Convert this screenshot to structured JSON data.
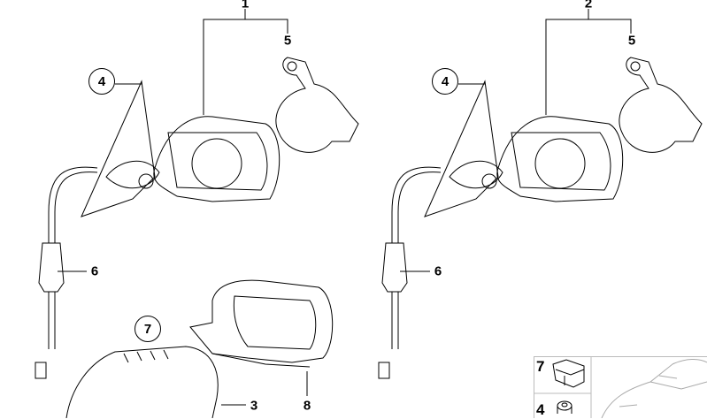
{
  "callouts": {
    "left_assembly": "1",
    "right_assembly": "2",
    "left_bracket": "5",
    "right_bracket": "5",
    "left_glass": "4",
    "right_glass": "4",
    "left_cable": "6",
    "right_cable": "6",
    "clip": "7",
    "cover_cap": "3",
    "housing_frame": "8"
  },
  "legend": {
    "items": [
      {
        "number": "7",
        "part": "clip-icon"
      },
      {
        "number": "4",
        "part": "grommet-icon"
      }
    ],
    "vehicle": "car-outline-icon"
  },
  "colors": {
    "line": "#000000",
    "legend_border": "#bbbbbb",
    "car_line": "#aaaaaa"
  }
}
